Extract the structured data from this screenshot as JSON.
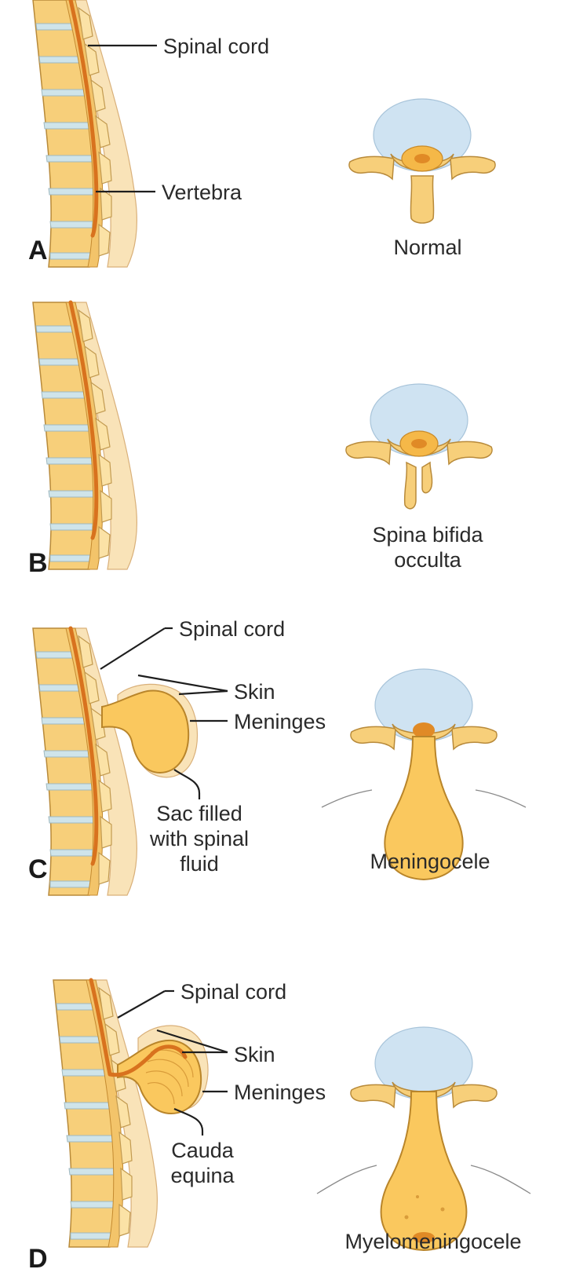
{
  "panels": [
    {
      "letter": "A",
      "caption_lines": [
        "Normal"
      ],
      "labels": [
        "Spinal cord",
        "Vertebra"
      ]
    },
    {
      "letter": "B",
      "caption_lines": [
        "Spina bifida",
        "occulta"
      ],
      "labels": []
    },
    {
      "letter": "C",
      "caption_lines": [
        "Meningocele"
      ],
      "labels": [
        "Spinal cord",
        "Skin",
        "Meninges",
        "Sac filled",
        "with spinal",
        "fluid"
      ]
    },
    {
      "letter": "D",
      "caption_lines": [
        "Myelomeningocele"
      ],
      "labels": [
        "Spinal cord",
        "Skin",
        "Meninges",
        "Cauda",
        "equina"
      ]
    }
  ]
}
